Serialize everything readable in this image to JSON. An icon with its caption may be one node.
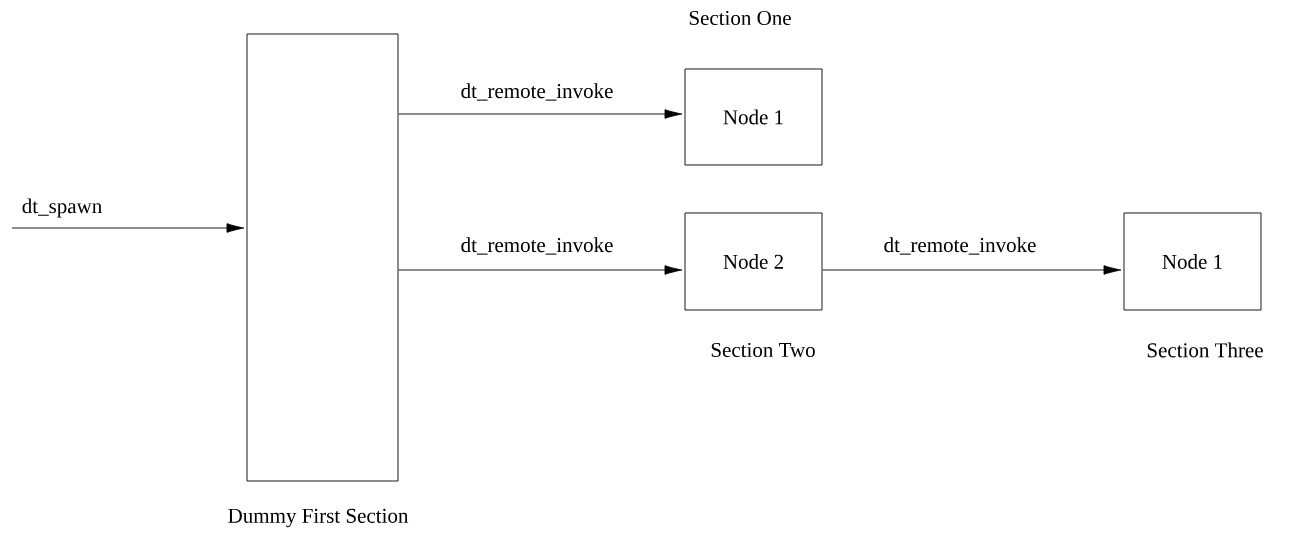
{
  "diagram": {
    "nodes": [
      {
        "text": [],
        "shape": "box",
        "beside": [
          "Dummy First Section"
        ]
      },
      {
        "text": [
          "Node 1"
        ],
        "beside": [
          "Section One"
        ]
      },
      {
        "text": [
          "Node 2"
        ],
        "beside": [
          "Section Two"
        ]
      },
      {
        "text": [
          "Node 1"
        ],
        "beside": [
          "Section Three"
        ]
      }
    ],
    "edges": [
      {
        "from": null,
        "to": 0,
        "arrow": "to",
        "label": "dt_spawn"
      },
      {
        "from": 0,
        "to": 1,
        "arrow": "to",
        "label": "dt_remote_invoke"
      },
      {
        "from": 0,
        "to": 2,
        "arrow": "to",
        "label": "dt_remote_invoke"
      },
      {
        "from": 2,
        "to": 3,
        "arrow": "to",
        "label": "dt_remote_invoke"
      }
    ]
  }
}
